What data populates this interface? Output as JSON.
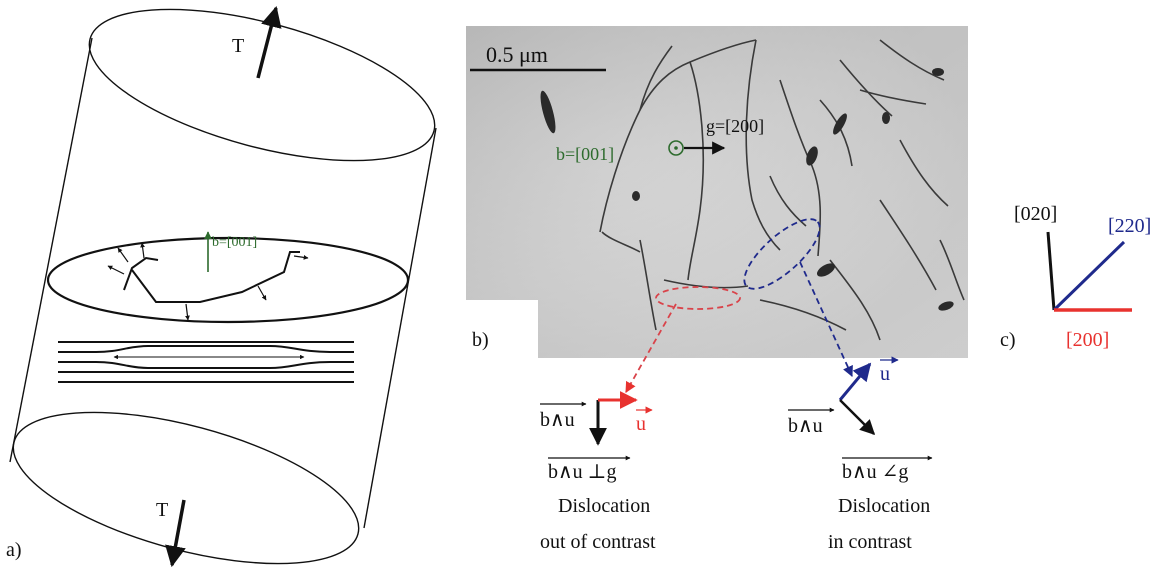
{
  "panel_a": {
    "panel_label": "a)",
    "tension_top_label": "T",
    "tension_bottom_label": "T",
    "burgers_label": "b=[001]"
  },
  "panel_b": {
    "panel_label": "b)",
    "scale_bar_label": "0.5 μm",
    "burgers_label": "b=[001]",
    "g_label": "g=[200]",
    "left_inset": {
      "b_wedge_u_label": "b∧u",
      "u_label": "u",
      "relation_label": "b∧u ⊥g",
      "caption_line1": "Dislocation",
      "caption_line2": "out of contrast"
    },
    "right_inset": {
      "b_wedge_u_label": "b∧u",
      "u_label": "u",
      "relation_label": "b∧u ∠g",
      "caption_line1": "Dislocation",
      "caption_line2": "in contrast"
    }
  },
  "panel_c": {
    "panel_label": "c)",
    "axis_020_label": "[020]",
    "axis_220_label": "[220]",
    "axis_200_label": "[200]"
  },
  "colors": {
    "red": "#e8322f",
    "red_dashed": "#d9434a",
    "blue": "#1f2a8c",
    "green": "#2d6b2d",
    "black": "#111111"
  }
}
